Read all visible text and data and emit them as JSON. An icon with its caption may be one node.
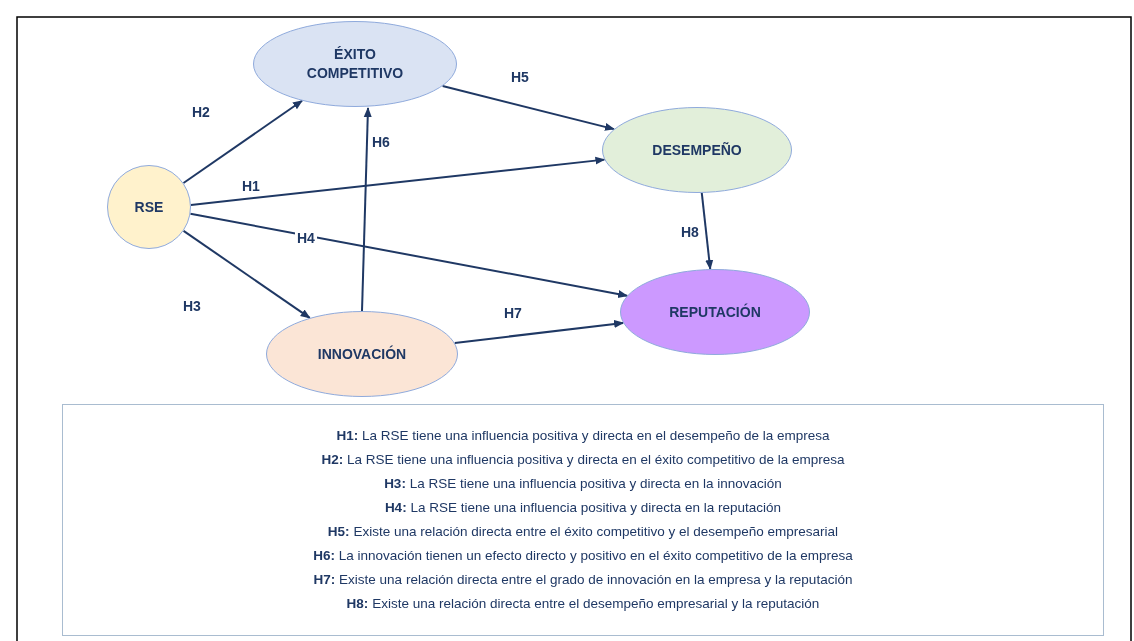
{
  "diagram": {
    "nodes": [
      {
        "text": [
          "RSE"
        ]
      },
      {
        "text": [
          "ÉXITO COMPETITIVO"
        ]
      },
      {
        "text": [
          "DESEMPEÑO"
        ]
      },
      {
        "text": [
          "REPUTACIÓN"
        ]
      },
      {
        "text": [
          "INNOVACIÓN"
        ]
      },
      {
        "text": [
          "**H1:** La RSE tiene una influencia positiva y directa en el desempeño de la empresa",
          "**H2:** La RSE tiene una influencia positiva y directa en el éxito competitivo de la empresa",
          "**H3:** La RSE tiene una influencia positiva y directa en la innovación",
          "**H4:** La RSE tiene una influencia positiva y directa en la reputación",
          "**H5:** Existe una relación directa entre el éxito competitivo y el desempeño empresarial",
          "**H6:** La innovación tienen un efecto directo y positivo en el éxito competitivo de la empresa",
          "**H7:** Existe una relación directa entre el grado de innovación en la empresa y la reputación",
          "**H8:** Existe una relación directa entre el desempeño empresarial y la reputación"
        ]
      }
    ],
    "edges": [
      {
        "from": 0,
        "to": 2,
        "arrow": "to",
        "label": "H1"
      },
      {
        "from": 0,
        "to": 1,
        "arrow": "to",
        "label": "H2"
      },
      {
        "from": 0,
        "to": 4,
        "arrow": "to",
        "label": "H3"
      },
      {
        "from": 0,
        "to": 3,
        "arrow": "to",
        "label": "H4"
      },
      {
        "from": 1,
        "to": 2,
        "arrow": "to",
        "label": "H5"
      },
      {
        "from": 4,
        "to": 1,
        "arrow": "to",
        "label": "H6"
      },
      {
        "from": 4,
        "to": 3,
        "arrow": "to",
        "label": "H7"
      },
      {
        "from": 2,
        "to": 3,
        "arrow": "to",
        "label": "H8"
      }
    ]
  }
}
